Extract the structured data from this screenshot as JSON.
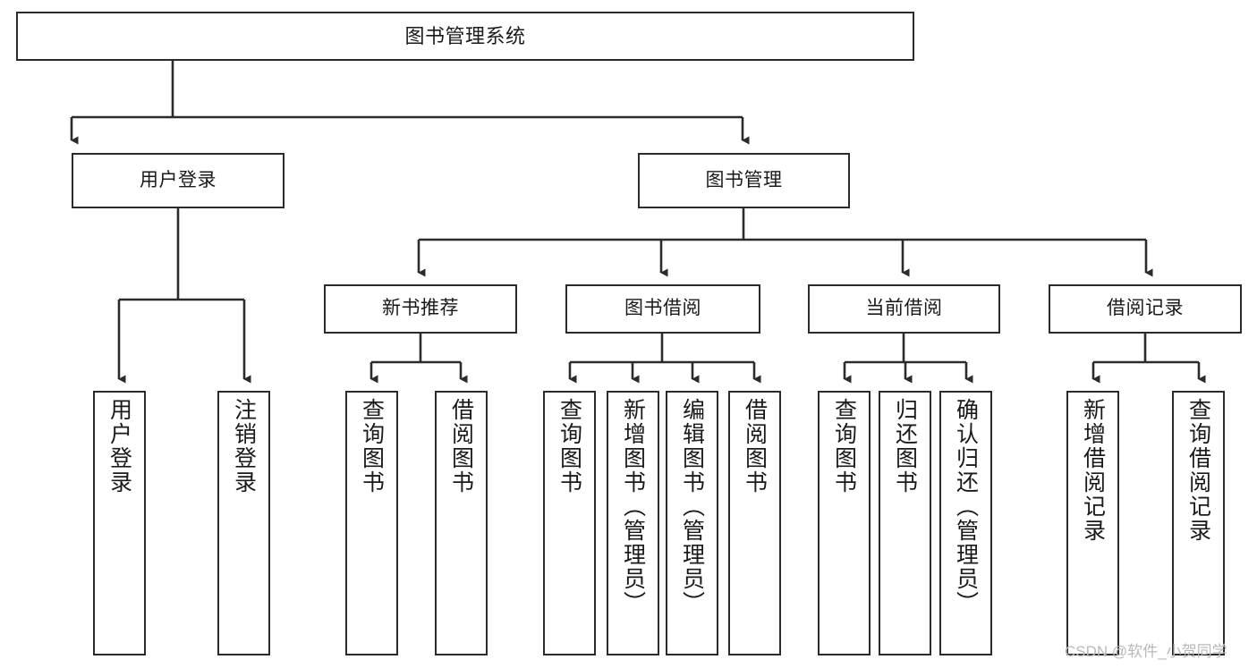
{
  "diagram": {
    "title": "图书管理系统",
    "type": "hierarchy-tree",
    "root": {
      "id": "root",
      "label": "图书管理系统"
    },
    "level2": [
      {
        "id": "user-login",
        "label": "用户登录"
      },
      {
        "id": "book-manage",
        "label": "图书管理"
      }
    ],
    "level3": [
      {
        "id": "new-book-recommend",
        "label": "新书推荐",
        "parent": "book-manage"
      },
      {
        "id": "book-borrow",
        "label": "图书借阅",
        "parent": "book-manage"
      },
      {
        "id": "current-borrow",
        "label": "当前借阅",
        "parent": "book-manage"
      },
      {
        "id": "borrow-record",
        "label": "借阅记录",
        "parent": "book-manage"
      }
    ],
    "leaves": [
      {
        "id": "leaf-user-login",
        "label": "用户登录",
        "parent": "user-login"
      },
      {
        "id": "leaf-logout-login",
        "label": "注销登录",
        "parent": "user-login"
      },
      {
        "id": "leaf-query-book-1",
        "label": "查询图书",
        "parent": "new-book-recommend"
      },
      {
        "id": "leaf-borrow-book-1",
        "label": "借阅图书",
        "parent": "new-book-recommend"
      },
      {
        "id": "leaf-query-book-2",
        "label": "查询图书",
        "parent": "book-borrow"
      },
      {
        "id": "leaf-add-book",
        "label": "新增图书（管理员）",
        "parent": "book-borrow"
      },
      {
        "id": "leaf-edit-book",
        "label": "编辑图书（管理员）",
        "parent": "book-borrow"
      },
      {
        "id": "leaf-borrow-book-2",
        "label": "借阅图书",
        "parent": "book-borrow"
      },
      {
        "id": "leaf-query-book-3",
        "label": "查询图书",
        "parent": "current-borrow"
      },
      {
        "id": "leaf-return-book",
        "label": "归还图书",
        "parent": "current-borrow"
      },
      {
        "id": "leaf-confirm-return",
        "label": "确认归还（管理员）",
        "parent": "current-borrow"
      },
      {
        "id": "leaf-add-record",
        "label": "新增借阅记录",
        "parent": "borrow-record"
      },
      {
        "id": "leaf-query-record",
        "label": "查询借阅记录",
        "parent": "borrow-record"
      }
    ],
    "watermark": "CSDN @软件_小贺同学",
    "colors": {
      "stroke": "#2b2b2b",
      "fill": "#ffffff",
      "text": "#1a1a1a",
      "watermark": "#b9b9b9"
    }
  }
}
